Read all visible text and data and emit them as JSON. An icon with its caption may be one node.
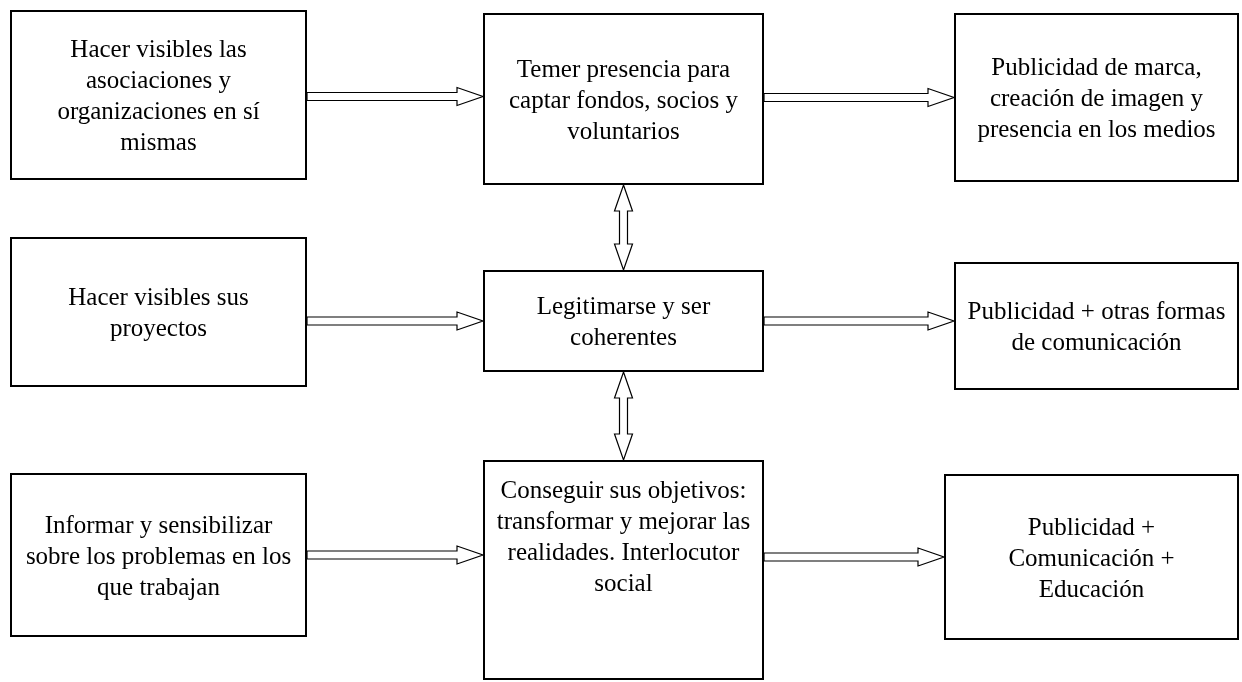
{
  "diagram": {
    "nodes": [
      {
        "text": [
          "Hacer visibles las asociaciones y organizaciones en sí mismas"
        ]
      },
      {
        "text": [
          "Temer presencia para captar fondos, socios y voluntarios"
        ]
      },
      {
        "text": [
          "Publicidad de marca, creación de imagen y presencia en los medios"
        ]
      },
      {
        "text": [
          "Hacer visibles sus proyectos"
        ]
      },
      {
        "text": [
          "Legitimarse y ser coherentes"
        ]
      },
      {
        "text": [
          "Publicidad + otras formas de comunicación"
        ]
      },
      {
        "text": [
          "Informar y sensibilizar sobre los problemas en los que trabajan"
        ]
      },
      {
        "text": [
          "Conseguir sus objetivos: transformar y mejorar las realidades. Interlocutor social"
        ]
      },
      {
        "text": [
          "Publicidad + Comunicación + Educación"
        ]
      }
    ],
    "edges": [
      {
        "from": 0,
        "to": 1,
        "arrow": "to"
      },
      {
        "from": 1,
        "to": 2,
        "arrow": "to"
      },
      {
        "from": 3,
        "to": 4,
        "arrow": "to"
      },
      {
        "from": 4,
        "to": 5,
        "arrow": "to"
      },
      {
        "from": 6,
        "to": 7,
        "arrow": "to"
      },
      {
        "from": 7,
        "to": 8,
        "arrow": "to"
      },
      {
        "from": 1,
        "to": 4,
        "arrow": "both"
      },
      {
        "from": 4,
        "to": 7,
        "arrow": "both"
      }
    ]
  }
}
